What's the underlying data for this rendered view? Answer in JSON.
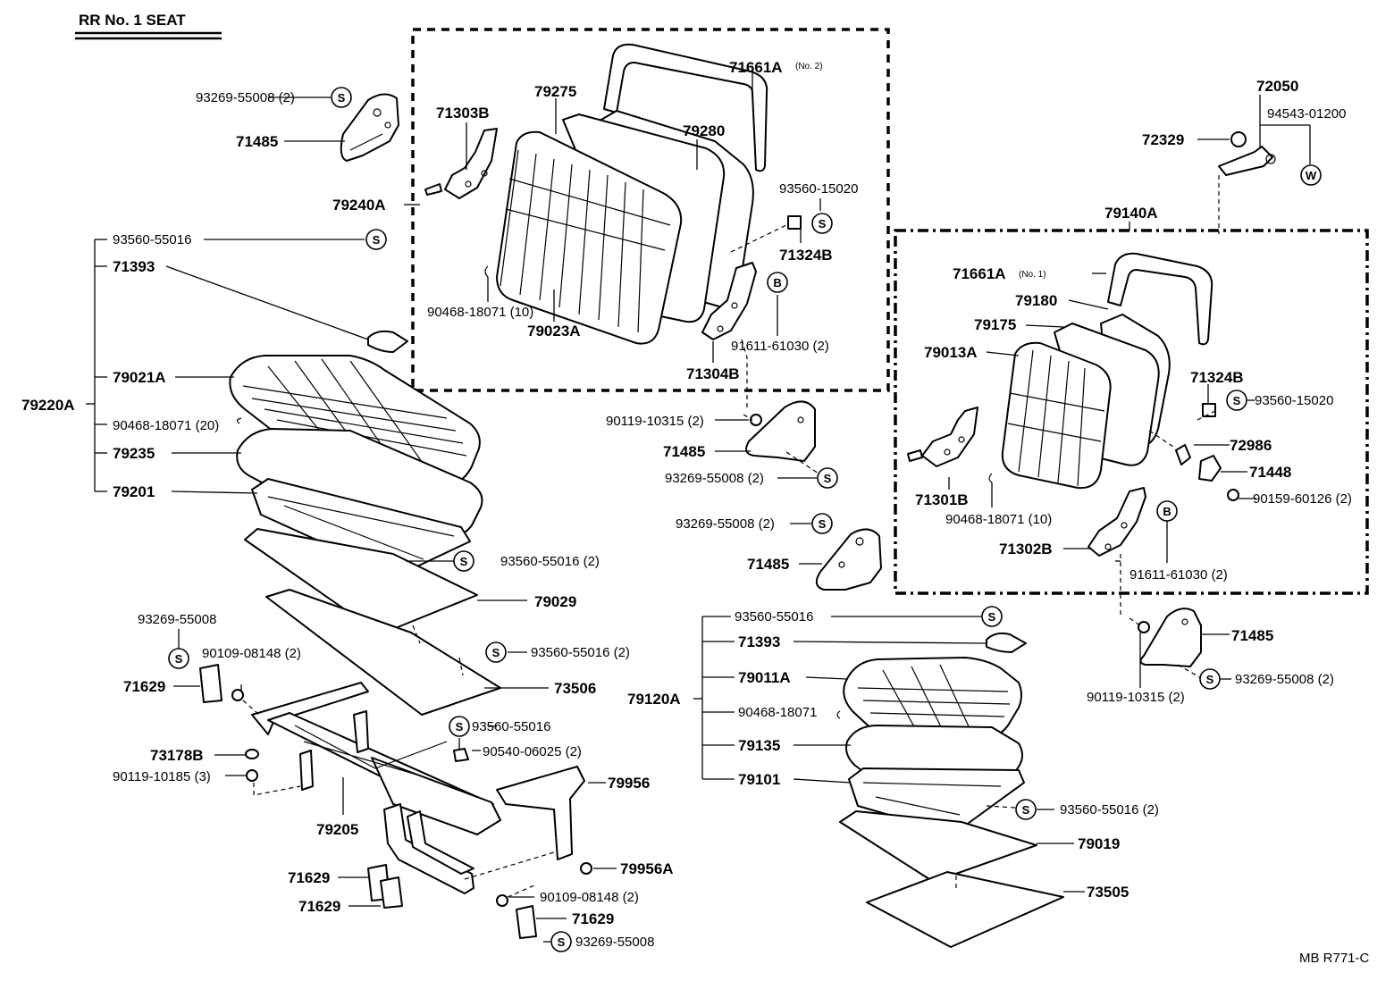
{
  "title": "RR  No. 1  SEAT",
  "footer_code": "MB  R771-C",
  "circle_letters": {
    "S": "S",
    "B": "B",
    "W": "W"
  },
  "labels": {
    "p71661A_no2": "71661A",
    "p71661A_no2_note": "(No. 2)",
    "p79275": "79275",
    "p79280": "79280",
    "p71303B": "71303B",
    "p79240A": "79240A",
    "p93560_15020_a": "93560-15020",
    "p71324B_a": "71324B",
    "p90468_18071_10_a": "90468-18071 (10)",
    "p79023A": "79023A",
    "p91611_61030_a": "91611-61030 (2)",
    "p71304B": "71304B",
    "p93269_55008_2_a": "93269-55008 (2)",
    "p71485_a": "71485",
    "p79220A": "79220A",
    "p93560_55016_a": "93560-55016",
    "p71393_a": "71393",
    "p79021A": "79021A",
    "p90468_18071_20": "90468-18071 (20)",
    "p79235": "79235",
    "p79201": "79201",
    "p93560_55016_2_a": "93560-55016 (2)",
    "p79029": "79029",
    "p93560_55016_2_b": "93560-55016 (2)",
    "p73506": "73506",
    "p93269_55008_b": "93269-55008",
    "p90109_08148_2_a": "90109-08148 (2)",
    "p71629_a": "71629",
    "p93560_55016_b": "93560-55016",
    "p90540_06025": "90540-06025 (2)",
    "p73178B": "73178B",
    "p90119_10185": "90119-10185 (3)",
    "p79956": "79956",
    "p79205": "79205",
    "p71629_b": "71629",
    "p71629_c": "71629",
    "p79956A": "79956A",
    "p90109_08148_2_b": "90109-08148 (2)",
    "p71629_d": "71629",
    "p93269_55008_c": "93269-55008",
    "p90119_10315_a": "90119-10315 (2)",
    "p71485_b": "71485",
    "p93269_55008_2_b": "93269-55008 (2)",
    "p93269_55008_2_c": "93269-55008 (2)",
    "p71485_c": "71485",
    "p72050": "72050",
    "p94543_01200": "94543-01200",
    "p72329": "72329",
    "p79140A": "79140A",
    "p71661A_no1": "71661A",
    "p71661A_no1_note": "(No. 1)",
    "p79180": "79180",
    "p79175": "79175",
    "p79013A": "79013A",
    "p71324B_b": "71324B",
    "p93560_15020_b": "93560-15020",
    "p72986": "72986",
    "p71448": "71448",
    "p90159_60126": "90159-60126 (2)",
    "p71301B": "71301B",
    "p90468_18071_10_b": "90468-18071 (10)",
    "p71302B": "71302B",
    "p91611_61030_b": "91611-61030 (2)",
    "p93560_55016_c": "93560-55016",
    "p71393_b": "71393",
    "p79120A": "79120A",
    "p79011A": "79011A",
    "p90468_18071_d": "90468-18071",
    "p79135": "79135",
    "p79101": "79101",
    "p93560_55016_2_c": "93560-55016 (2)",
    "p79019": "79019",
    "p73505": "73505",
    "p71485_d": "71485",
    "p93269_55008_2_d": "93269-55008 (2)",
    "p90119_10315_b": "90119-10315 (2)"
  }
}
